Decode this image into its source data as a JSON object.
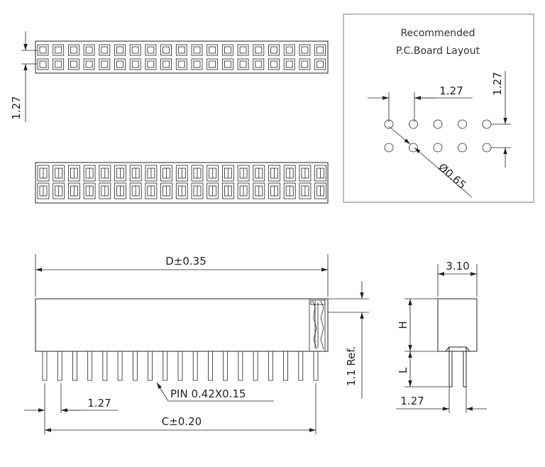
{
  "pcb_layout": {
    "title_line1": "Recommended",
    "title_line2": "P.C.Board  Layout",
    "pitch_h": "1.27",
    "pitch_v": "1.27",
    "hole_dia": "Ø0.65",
    "frame_color": "#b28aa8"
  },
  "top_view": {
    "row_pitch": "1.27",
    "pins_per_row": 19
  },
  "front_view": {
    "overall_length": "D±0.35",
    "pin_span": "C±0.20",
    "pin_pitch": "1.27",
    "pin_size": "PIN  0.42X0.15",
    "ref_height": "1.1  Ref.",
    "pin_count": 19
  },
  "side_view": {
    "width": "3.10",
    "body_height": "H",
    "pin_length": "L",
    "row_pitch": "1.27"
  }
}
